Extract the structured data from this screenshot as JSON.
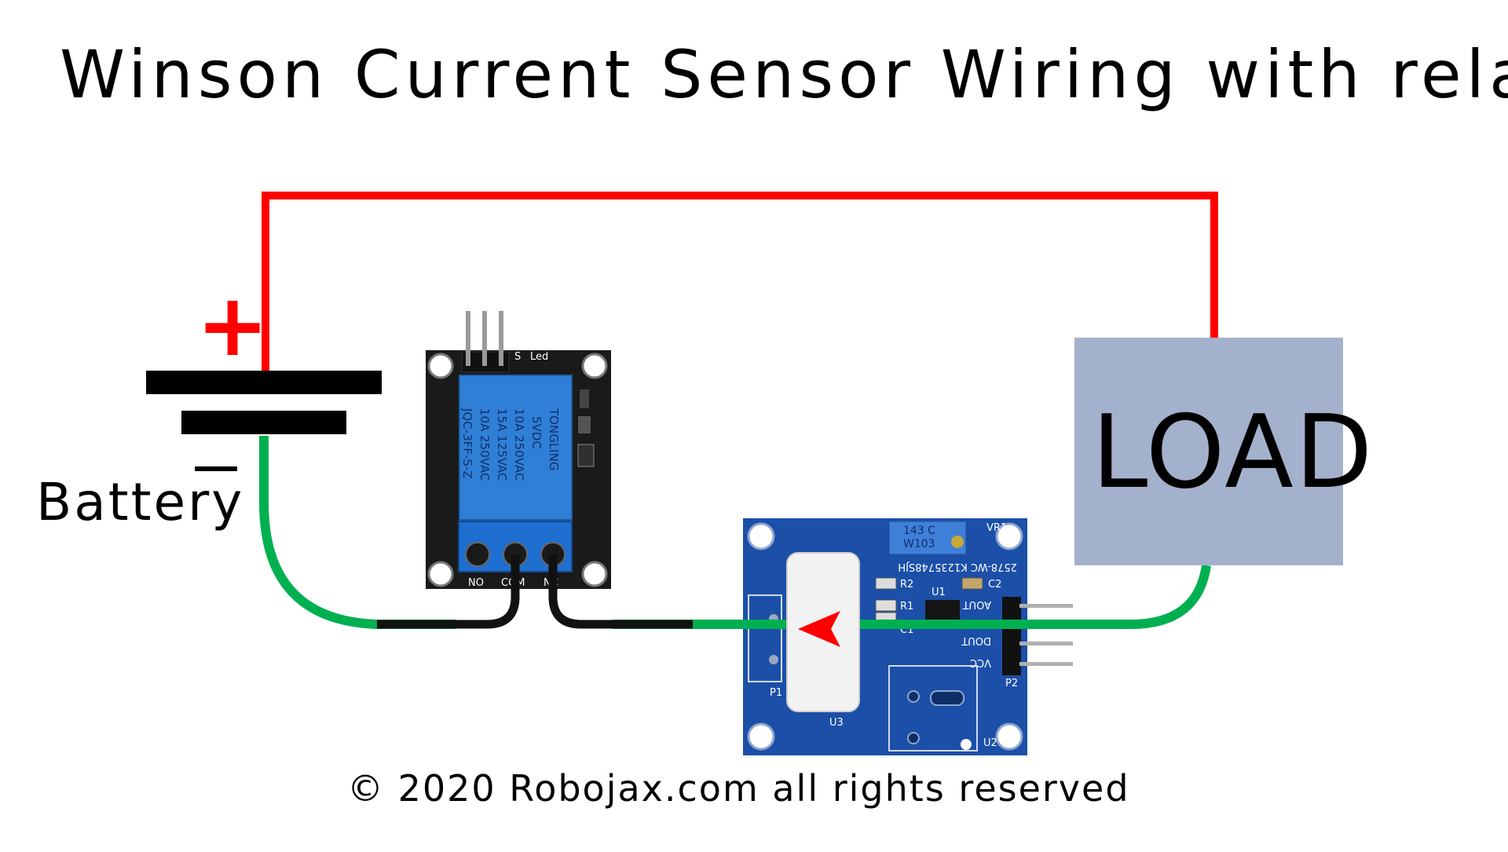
{
  "title": "Winson Current Sensor Wiring with relay",
  "footer": "© 2020 Robojax.com all rights reserved",
  "battery": {
    "label": "Battery",
    "plus_symbol": "+",
    "minus_symbol": "—"
  },
  "load": {
    "label": "LOAD"
  },
  "relay": {
    "brand": "TONGLING",
    "voltage": "5VDC",
    "rating_1": "10A 250VAC",
    "rating_2": "15A 125VAC",
    "rating_3": "10A 250VAC",
    "model": "JQC-3FF-S-Z",
    "terminal_labels": [
      "NO",
      "COM",
      "NC"
    ],
    "header_labels": [
      "S",
      "Led"
    ]
  },
  "sensor": {
    "trimmer_top": "143 C",
    "trimmer_bottom": "W103",
    "pin_labels": [
      "AOUT",
      "DOUT",
      "VCC"
    ],
    "silk_labels": [
      "VR1",
      "R2",
      "C2",
      "U1",
      "R1",
      "C1",
      "P1",
      "U3",
      "P2",
      "U2"
    ],
    "part_code": "2578-WC K1235748SJH"
  },
  "colors": {
    "positive_wire": "#ff0000",
    "negative_wire": "#00b050",
    "relay_wire": "#111111",
    "load_fill": "#a3b1cc",
    "pcb_blue": "#1c4fa8",
    "relay_pcb": "#1a1a1a",
    "relay_body": "#2f7fd6",
    "arrow": "#ff0000"
  }
}
